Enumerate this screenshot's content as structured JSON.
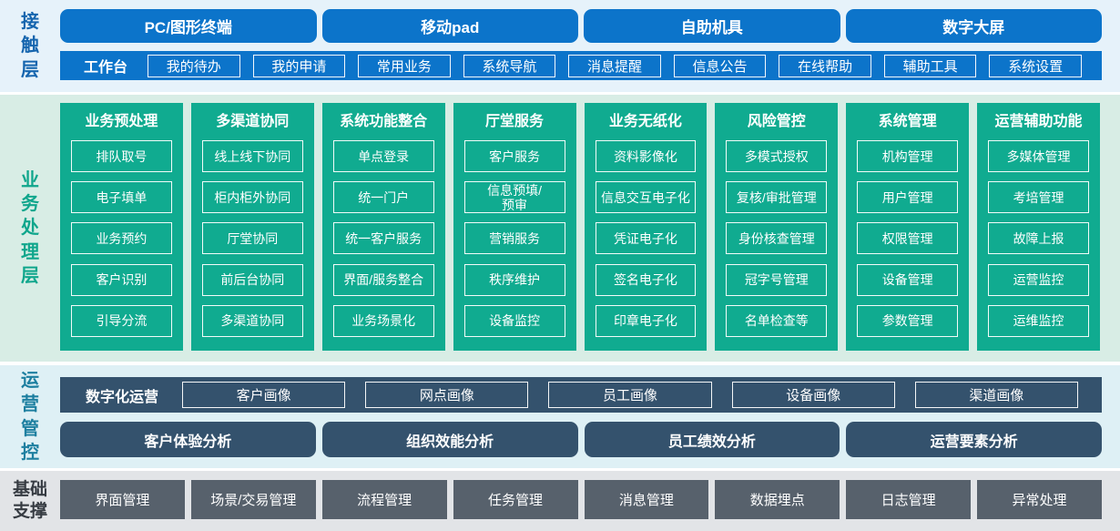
{
  "colors": {
    "blue": "#0c74ca",
    "teal": "#10ab90",
    "slate": "#34526d",
    "gray": "#57616c",
    "contact_bg": "#e6f2fa",
    "business_bg": "#d8ede5",
    "ops_bg": "#def0f5",
    "base_bg": "#e2e4e7"
  },
  "contact_layer": {
    "label": "接触层",
    "terminals": [
      "PC/图形终端",
      "移动pad",
      "自助机具",
      "数字大屏"
    ],
    "workbench": {
      "label": "工作台",
      "items": [
        "我的待办",
        "我的申请",
        "常用业务",
        "系统导航",
        "消息提醒",
        "信息公告",
        "在线帮助",
        "辅助工具",
        "系统设置"
      ]
    }
  },
  "business_layer": {
    "label": "业务处理层",
    "columns": [
      {
        "title": "业务预处理",
        "items": [
          "排队取号",
          "电子填单",
          "业务预约",
          "客户识别",
          "引导分流"
        ]
      },
      {
        "title": "多渠道协同",
        "items": [
          "线上线下协同",
          "柜内柜外协同",
          "厅堂协同",
          "前后台协同",
          "多渠道协同"
        ]
      },
      {
        "title": "系统功能整合",
        "items": [
          "单点登录",
          "统一门户",
          "统一客户服务",
          "界面/服务整合",
          "业务场景化"
        ]
      },
      {
        "title": "厅堂服务",
        "items": [
          "客户服务",
          "信息预填/\n预审",
          "营销服务",
          "秩序维护",
          "设备监控"
        ]
      },
      {
        "title": "业务无纸化",
        "items": [
          "资料影像化",
          "信息交互电子化",
          "凭证电子化",
          "签名电子化",
          "印章电子化"
        ]
      },
      {
        "title": "风险管控",
        "items": [
          "多模式授权",
          "复核/审批管理",
          "身份核查管理",
          "冠字号管理",
          "名单检查等"
        ]
      },
      {
        "title": "系统管理",
        "items": [
          "机构管理",
          "用户管理",
          "权限管理",
          "设备管理",
          "参数管理"
        ]
      },
      {
        "title": "运营辅助功能",
        "items": [
          "多媒体管理",
          "考培管理",
          "故障上报",
          "运营监控",
          "运维监控"
        ]
      }
    ]
  },
  "ops_layer": {
    "label": "运营管控",
    "digital_ops": {
      "label": "数字化运营",
      "items": [
        "客户画像",
        "网点画像",
        "员工画像",
        "设备画像",
        "渠道画像"
      ]
    },
    "analysis": [
      "客户体验分析",
      "组织效能分析",
      "员工绩效分析",
      "运营要素分析"
    ]
  },
  "base_layer": {
    "label": "基础支撑",
    "items": [
      "界面管理",
      "场景/交易管理",
      "流程管理",
      "任务管理",
      "消息管理",
      "数据埋点",
      "日志管理",
      "异常处理"
    ]
  }
}
